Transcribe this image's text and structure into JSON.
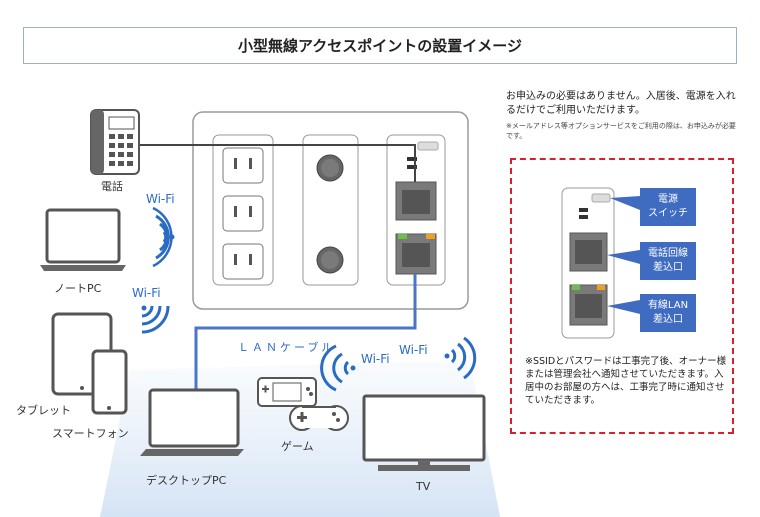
{
  "title": "小型無線アクセスポイントの設置イメージ",
  "devices": {
    "phone": "電話",
    "notebook": "ノートPC",
    "tablet": "タブレット",
    "smartphone": "スマートフォン",
    "desktop": "デスクトップPC",
    "game": "ゲーム",
    "tv": "TV"
  },
  "wifi_labels": [
    "Wi-Fi",
    "Wi-Fi",
    "Wi-Fi",
    "Wi-Fi"
  ],
  "lan_cable": "ＬＡＮケーブル",
  "notes": {
    "main": "お申込みの必要はありません。入居後、電源を入れるだけでご利用いただけます。",
    "sub": "※メールアドレス等オプションサービスをご利用の際は、お申込みが必要です。"
  },
  "callouts": {
    "power": "電源\nスイッチ",
    "phone_port": "電話回線\n差込口",
    "lan_port": "有線LAN\n差込口"
  },
  "ssid_note": "※SSIDとパスワードは工事完了後、オーナー様または管理会社へ通知させていただきます。入居中のお部屋の方へは、工事完了時に通知させていただきます。",
  "colors": {
    "accent_blue": "#3f6cc0",
    "wifi_blue": "#2a6bc4",
    "dashed_red": "#d6202a",
    "port_green": "#6cc04a",
    "port_orange": "#f0a020"
  }
}
